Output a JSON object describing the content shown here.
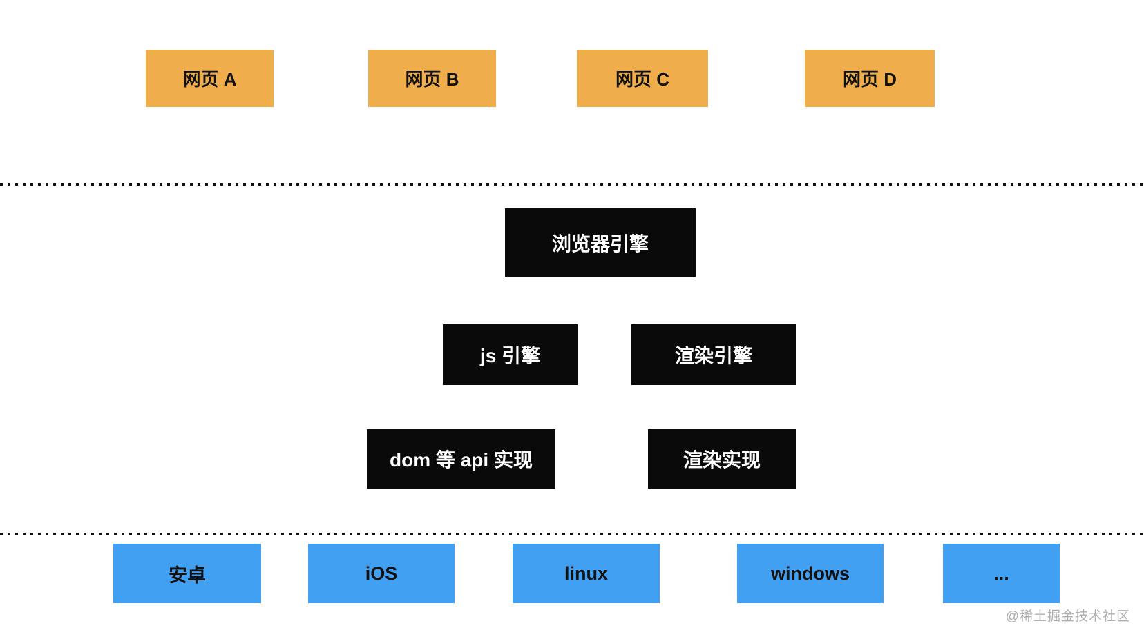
{
  "colors": {
    "background": "#FFFFFF",
    "page_fill": "#EFAD4B",
    "engine_fill": "#0A0A0A",
    "engine_text": "#FFFFFF",
    "os_fill": "#41A0F1",
    "label_text": "#111111",
    "divider_dot": "#111111",
    "watermark_text": "#AFAEAE"
  },
  "pages_row": {
    "items": [
      {
        "label": "网页 A"
      },
      {
        "label": "网页 B"
      },
      {
        "label": "网页 C"
      },
      {
        "label": "网页 D"
      }
    ]
  },
  "engine_layer": {
    "browser_engine_label": "浏览器引擎",
    "js_engine_label": "js 引擎",
    "render_engine_label": "渲染引擎",
    "dom_api_label": "dom 等 api 实现",
    "render_impl_label": "渲染实现"
  },
  "os_row": {
    "items": [
      {
        "label": "安卓"
      },
      {
        "label": "iOS"
      },
      {
        "label": "linux"
      },
      {
        "label": "windows"
      },
      {
        "label": "..."
      }
    ]
  },
  "watermark": {
    "label": "@稀土掘金技术社区"
  }
}
